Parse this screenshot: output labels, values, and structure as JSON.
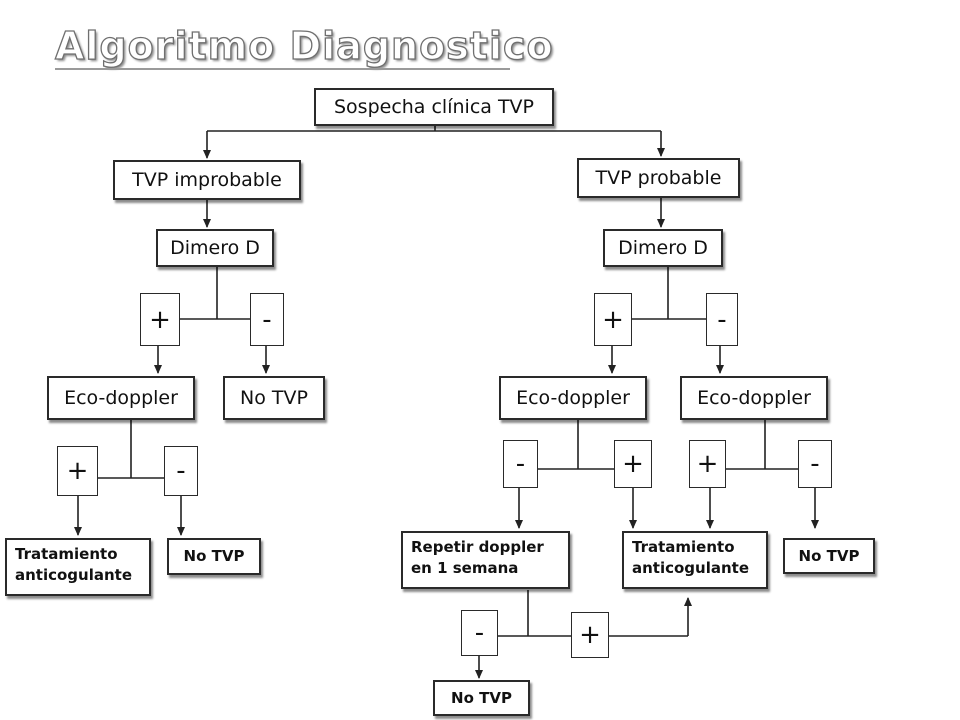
{
  "title": "Algoritmo Diagnostico",
  "nodes": {
    "root": "Sospecha clínica TVP",
    "improbable": "TVP improbable",
    "probable": "TVP probable",
    "dimero_left": "Dimero D",
    "dimero_right": "Dimero D",
    "eco_left": "Eco-doppler",
    "eco_right_a": "Eco-doppler",
    "eco_right_b": "Eco-doppler",
    "no_tvp_dimero_left": "No TVP",
    "tratamiento_left": [
      "Tratamiento",
      "anticogulante"
    ],
    "no_tvp_eco_left": "No TVP",
    "repetir": [
      "Repetir doppler",
      "en 1 semana"
    ],
    "tratamiento_right": [
      "Tratamiento",
      "anticogulante"
    ],
    "no_tvp_eco_right": "No TVP",
    "no_tvp_repetir": "No TVP"
  },
  "signs": {
    "dl_plus": "+",
    "dl_minus": "-",
    "el_plus": "+",
    "el_minus": "-",
    "dr_plus": "+",
    "dr_minus": "-",
    "era_minus": "-",
    "era_plus": "+",
    "erb_plus": "+",
    "erb_minus": "-",
    "rep_minus": "-",
    "rep_plus": "+"
  }
}
